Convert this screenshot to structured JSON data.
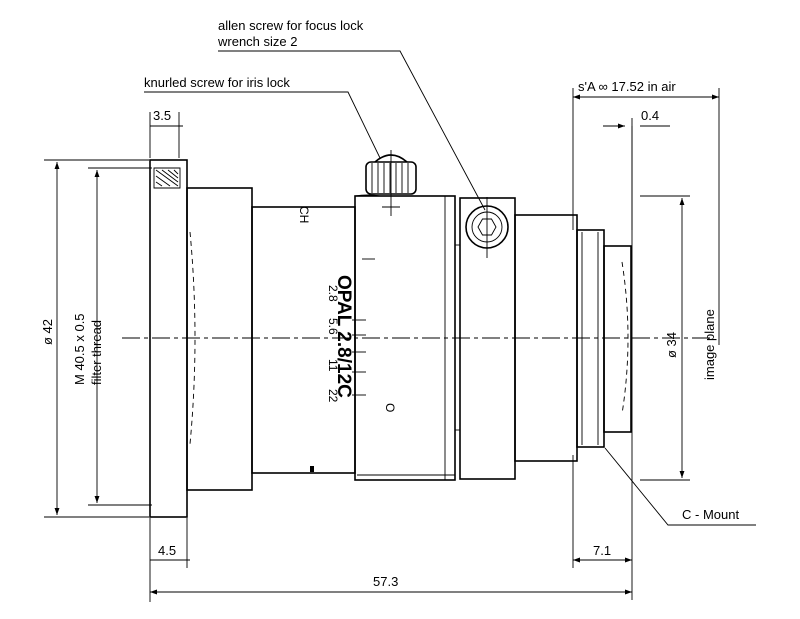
{
  "annotations": {
    "allen_line1": "allen screw for focus lock",
    "allen_line2": "wrench size 2",
    "knurled": "knurled screw for iris lock",
    "c_mount": "C - Mount"
  },
  "dimensions": {
    "flange_width": "3.5",
    "backfocus": "s'A ∞  17.52  in air",
    "gap": "0.4",
    "front_diameter": "ø 42",
    "filter_thread_line1": "M 40.5  x 0.5",
    "filter_thread_line2": "filter thread",
    "rear_diameter": "ø 34",
    "image_plane": "image plane",
    "front_length": "4.5",
    "rear_length": "7.1",
    "total_length": "57.3"
  },
  "lens": {
    "model": "OPAL 2.8/12C",
    "iris_scale": [
      "2.8",
      "5.6",
      "11",
      "22"
    ],
    "iris_mark": "O",
    "marker": "CH"
  }
}
